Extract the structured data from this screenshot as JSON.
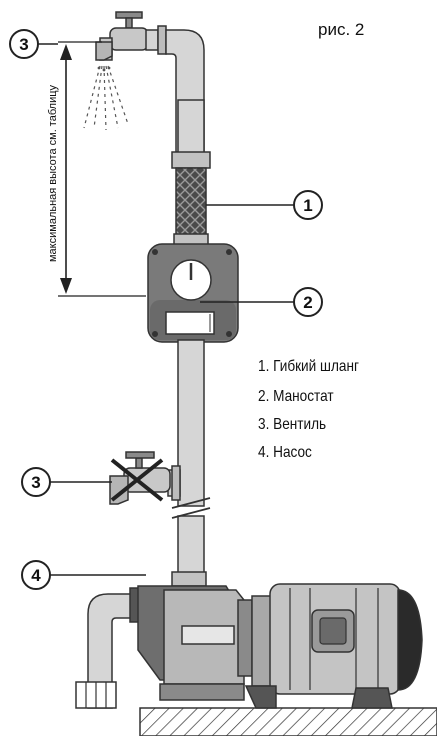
{
  "figure_label": "рис. 2",
  "height_label": "максимальная высота см. таблицу",
  "callouts": {
    "valve_top": "3",
    "hose": "1",
    "pressure_switch": "2",
    "valve_middle": "3",
    "pump": "4"
  },
  "legend": [
    "1. Гибкий шланг",
    "2. Маностат",
    "3. Вентиль",
    "4. Насос"
  ]
}
